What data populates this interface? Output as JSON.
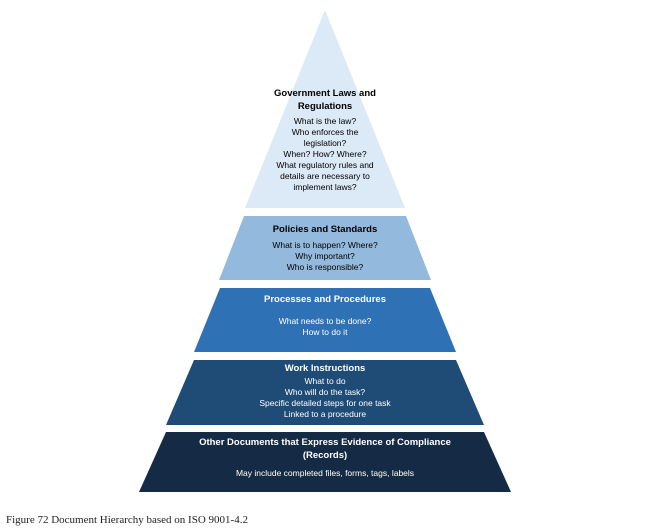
{
  "tiers": [
    {
      "title": "Government Laws and Regulations",
      "lines": [
        "What is the law?",
        "Who enforces the legislation?",
        "When? How? Where?",
        "What regulatory rules and details are necessary to implement laws?"
      ],
      "color": "#dce9f6"
    },
    {
      "title": "Policies and Standards",
      "lines": [
        "What is to happen? Where?",
        "Why important?",
        "Who is responsible?"
      ],
      "color": "#93b9dc"
    },
    {
      "title": "Processes and Procedures",
      "lines": [
        "What needs to be done?",
        "How to do it"
      ],
      "color": "#2e71b4"
    },
    {
      "title": "Work Instructions",
      "lines": [
        "What to do",
        "Who will do the task?",
        "Specific detailed steps for one task",
        "Linked to a procedure"
      ],
      "color": "#1f4b77"
    },
    {
      "title": "Other Documents that Express Evidence of Compliance (Records)",
      "lines": [
        "May include completed files, forms, tags, labels"
      ],
      "color": "#152b45"
    }
  ],
  "caption": "Figure 72 Document Hierarchy based on ISO 9001-4.2"
}
